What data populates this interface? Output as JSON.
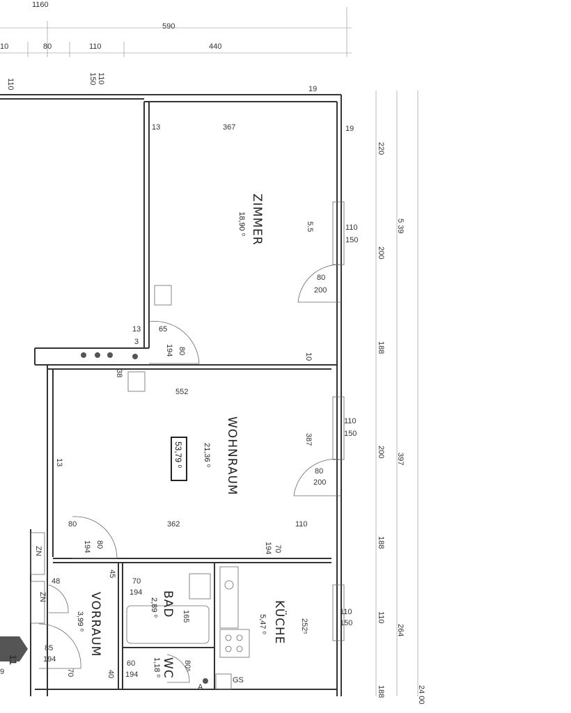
{
  "top_dims": {
    "overall": "1160",
    "d590": "590",
    "d10": "10",
    "d80": "80",
    "d110": "110",
    "d440": "440"
  },
  "left_dims": {
    "d110": "110",
    "d110b": "110",
    "d150": "150"
  },
  "rooms": {
    "zimmer": {
      "name": "ZIMMER",
      "area": "18,90 ⁰"
    },
    "wohnraum": {
      "name": "WOHNRAUM",
      "area": "21,36 ⁰"
    },
    "vorraum": {
      "name": "VORRAUM",
      "area": "3,99 ⁰"
    },
    "bad": {
      "name": "BAD",
      "area": "2,89 ⁰"
    },
    "wc": {
      "name": "WC",
      "area": "1,18 ⁰"
    },
    "kueche": {
      "name": "KÜCHE",
      "area": "5,47 ⁰"
    }
  },
  "total_area": "53,79 ⁰",
  "zimmer_dims": {
    "d19a": "19",
    "d19b": "19",
    "d13a": "13",
    "d367": "367",
    "d55": "5.5",
    "win110": "110",
    "win150": "150",
    "door80": "80",
    "door200": "200",
    "d13b": "13",
    "d65": "65",
    "d3": "3",
    "d194": "194",
    "d80b": "80",
    "d10": "10"
  },
  "wohn_dims": {
    "d38": "38",
    "d552": "552",
    "d387": "387",
    "win110": "110",
    "win150": "150",
    "door80": "80",
    "door200": "200",
    "d13": "13",
    "d80": "80",
    "d362": "362",
    "d110": "110",
    "d194": "194",
    "d80b": "80",
    "d70": "70",
    "d194b": "194"
  },
  "lower_dims": {
    "d48": "48",
    "d45": "45",
    "d70": "70",
    "d194": "194",
    "d165": "165",
    "d2525": "252⁵",
    "win110": "110",
    "win150": "150",
    "d85": "85",
    "d194b": "194",
    "d70b": "70",
    "d40": "40",
    "d60": "60",
    "d194c": "194",
    "d805": "80⁵",
    "gs": "GS",
    "a": "A",
    "stair": "11",
    "d9": "9",
    "zn1": "ZN",
    "zn2": "ZN"
  },
  "right_dims": {
    "d220": "220",
    "d539": "5 39",
    "d200a": "200",
    "d188a": "188",
    "d200b": "200",
    "d397": "397",
    "d188b": "188",
    "d110": "110",
    "d264": "264",
    "d188c": "188",
    "d2400": "24 00"
  }
}
